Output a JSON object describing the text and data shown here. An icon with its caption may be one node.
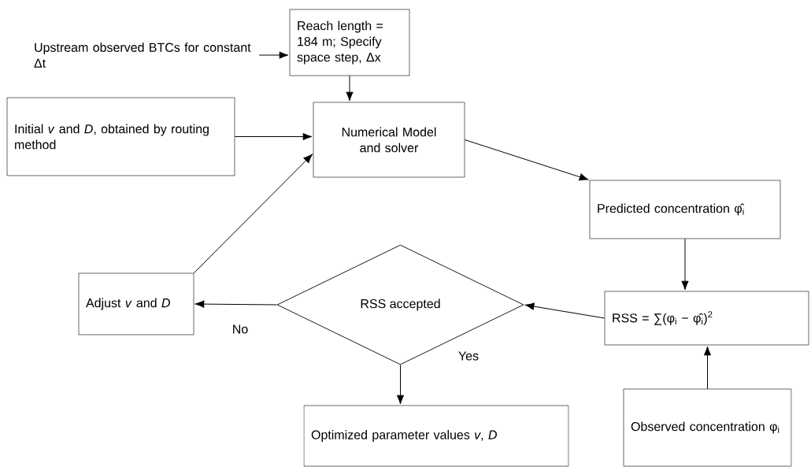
{
  "diagram": {
    "nodes": [
      {
        "text": [
          "Upstream observed BTCs for constant Δt"
        ]
      },
      {
        "text": [
          "Reach length = 184 m; Specify space step, Δx"
        ]
      },
      {
        "text": [
          "Initial *v* and *D*, obtained by routing method"
        ]
      },
      {
        "text": [
          "Numerical Model and solver"
        ]
      },
      {
        "text": [
          "Predicted concentration φ̂$_{i}$"
        ]
      },
      {
        "text": [
          "RSS accepted"
        ]
      },
      {
        "text": [
          "Adjust *v* and *D*"
        ]
      },
      {
        "text": [
          "RSS = ∑(φ$_{i}$ − φ̂$_{i}$)$^{2}$"
        ]
      },
      {
        "text": [
          "Optimized parameter values *v*, *D*"
        ]
      },
      {
        "text": [
          "Observed concentration φ$_{i}$"
        ]
      }
    ],
    "edges": [
      {
        "from": 0,
        "to": 1,
        "arrow": "to"
      },
      {
        "from": 1,
        "to": 3,
        "arrow": "to"
      },
      {
        "from": 2,
        "to": 3,
        "arrow": "to"
      },
      {
        "from": 3,
        "to": 4,
        "arrow": "to"
      },
      {
        "from": 4,
        "to": 7,
        "arrow": "to"
      },
      {
        "from": 7,
        "to": 5,
        "arrow": "to"
      },
      {
        "from": 5,
        "to": 6,
        "arrow": "to",
        "label": "No"
      },
      {
        "from": 5,
        "to": 8,
        "arrow": "to",
        "label": "Yes"
      },
      {
        "from": 9,
        "to": 7,
        "arrow": "to"
      },
      {
        "from": 6,
        "to": 3,
        "arrow": "to"
      }
    ]
  }
}
